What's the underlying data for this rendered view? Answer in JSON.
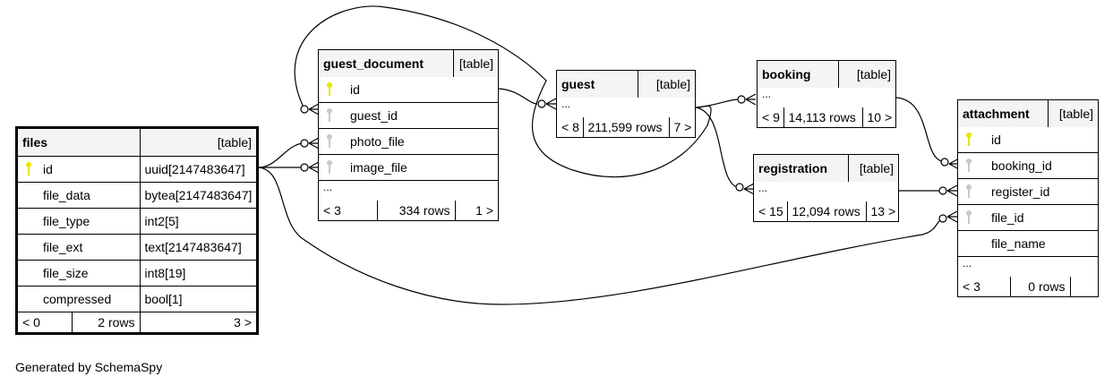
{
  "footer": "Generated by SchemaSpy",
  "tables": {
    "files": {
      "name": "files",
      "kind": "[table]",
      "columns": [
        {
          "name": "id",
          "type": "uuid[2147483647]",
          "key": "primary-key-icon"
        },
        {
          "name": "file_data",
          "type": "bytea[2147483647]",
          "key": ""
        },
        {
          "name": "file_type",
          "type": "int2[5]",
          "key": ""
        },
        {
          "name": "file_ext",
          "type": "text[2147483647]",
          "key": ""
        },
        {
          "name": "file_size",
          "type": "int8[19]",
          "key": ""
        },
        {
          "name": "compressed",
          "type": "bool[1]",
          "key": ""
        }
      ],
      "footer": {
        "parents": "< 0",
        "rows": "2 rows",
        "children": "3 >"
      }
    },
    "guest_document": {
      "name": "guest_document",
      "kind": "[table]",
      "columns": [
        {
          "name": "id",
          "key": "primary-key-icon"
        },
        {
          "name": "guest_id",
          "key": "foreign-key-icon"
        },
        {
          "name": "photo_file",
          "key": "foreign-key-icon"
        },
        {
          "name": "image_file",
          "key": "foreign-key-icon"
        }
      ],
      "ellipsis": "...",
      "footer": {
        "parents": "< 3",
        "rows": "334 rows",
        "children": "1 >"
      }
    },
    "guest": {
      "name": "guest",
      "kind": "[table]",
      "ellipsis": "...",
      "footer": {
        "parents": "< 8",
        "rows": "211,599 rows",
        "children": "7 >"
      }
    },
    "booking": {
      "name": "booking",
      "kind": "[table]",
      "ellipsis": "...",
      "footer": {
        "parents": "< 9",
        "rows": "14,113 rows",
        "children": "10 >"
      }
    },
    "registration": {
      "name": "registration",
      "kind": "[table]",
      "ellipsis": "...",
      "footer": {
        "parents": "< 15",
        "rows": "12,094 rows",
        "children": "13 >"
      }
    },
    "attachment": {
      "name": "attachment",
      "kind": "[table]",
      "columns": [
        {
          "name": "id",
          "key": "primary-key-icon"
        },
        {
          "name": "booking_id",
          "key": "foreign-key-icon"
        },
        {
          "name": "register_id",
          "key": "foreign-key-icon"
        },
        {
          "name": "file_id",
          "key": "foreign-key-icon"
        },
        {
          "name": "file_name",
          "key": ""
        }
      ],
      "ellipsis": "...",
      "footer": {
        "parents": "< 3",
        "rows": "0 rows",
        "children": ""
      }
    }
  },
  "relationships": [
    {
      "from": "guest_document.guest_id",
      "to": "guest",
      "cardinality": "zero-or-many"
    },
    {
      "from": "guest_document.photo_file",
      "to": "files.id",
      "cardinality": "zero-or-many"
    },
    {
      "from": "guest_document.image_file",
      "to": "files.id",
      "cardinality": "zero-or-many"
    },
    {
      "from": "guest",
      "to": "guest_document.id",
      "cardinality": "zero-or-many"
    },
    {
      "from": "booking",
      "to": "guest",
      "cardinality": "zero-or-many"
    },
    {
      "from": "registration",
      "to": "guest",
      "cardinality": "zero-or-many"
    },
    {
      "from": "attachment.booking_id",
      "to": "booking",
      "cardinality": "zero-or-many"
    },
    {
      "from": "attachment.register_id",
      "to": "registration",
      "cardinality": "zero-or-many"
    },
    {
      "from": "attachment.file_id",
      "to": "files.id",
      "cardinality": "zero-or-many"
    }
  ]
}
